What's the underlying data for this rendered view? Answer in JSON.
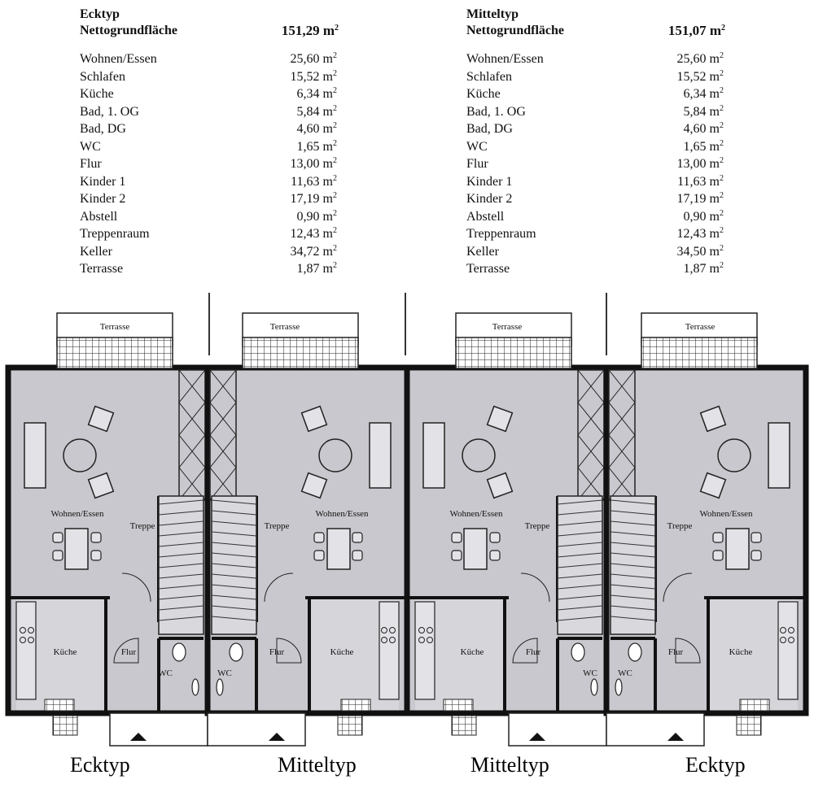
{
  "unit_suffix": "m",
  "left_table": {
    "type_name": "Ecktyp",
    "net_label": "Nettogrundfläche",
    "net_value": "151,29",
    "rooms": [
      {
        "name": "Wohnen/Essen",
        "area": "25,60"
      },
      {
        "name": "Schlafen",
        "area": "15,52"
      },
      {
        "name": "Küche",
        "area": "6,34"
      },
      {
        "name": "Bad, 1. OG",
        "area": "5,84"
      },
      {
        "name": "Bad, DG",
        "area": "4,60"
      },
      {
        "name": "WC",
        "area": "1,65"
      },
      {
        "name": "Flur",
        "area": "13,00"
      },
      {
        "name": "Kinder 1",
        "area": "11,63"
      },
      {
        "name": "Kinder 2",
        "area": "17,19"
      },
      {
        "name": "Abstell",
        "area": "0,90"
      },
      {
        "name": "Treppenraum",
        "area": "12,43"
      },
      {
        "name": "Keller",
        "area": "34,72"
      },
      {
        "name": "Terrasse",
        "area": "1,87"
      }
    ]
  },
  "right_table": {
    "type_name": "Mitteltyp",
    "net_label": "Nettogrundfläche",
    "net_value": "151,07",
    "rooms": [
      {
        "name": "Wohnen/Essen",
        "area": "25,60"
      },
      {
        "name": "Schlafen",
        "area": "15,52"
      },
      {
        "name": "Küche",
        "area": "6,34"
      },
      {
        "name": "Bad, 1. OG",
        "area": "5,84"
      },
      {
        "name": "Bad, DG",
        "area": "4,60"
      },
      {
        "name": "WC",
        "area": "1,65"
      },
      {
        "name": "Flur",
        "area": "13,00"
      },
      {
        "name": "Kinder 1",
        "area": "11,63"
      },
      {
        "name": "Kinder 2",
        "area": "17,19"
      },
      {
        "name": "Abstell",
        "area": "0,90"
      },
      {
        "name": "Treppenraum",
        "area": "12,43"
      },
      {
        "name": "Keller",
        "area": "34,50"
      },
      {
        "name": "Terrasse",
        "area": "1,87"
      }
    ]
  },
  "plan_labels": {
    "terrace": "Terrasse",
    "living": "Wohnen/Essen",
    "stairs": "Treppe",
    "kitchen": "Küche",
    "hall": "Flur",
    "wc": "WC"
  },
  "captions": [
    "Ecktyp",
    "Mitteltyp",
    "Mitteltyp",
    "Ecktyp"
  ],
  "colors": {
    "floor": "#c9c8ce",
    "wall": "#111111",
    "paper": "#ffffff"
  }
}
